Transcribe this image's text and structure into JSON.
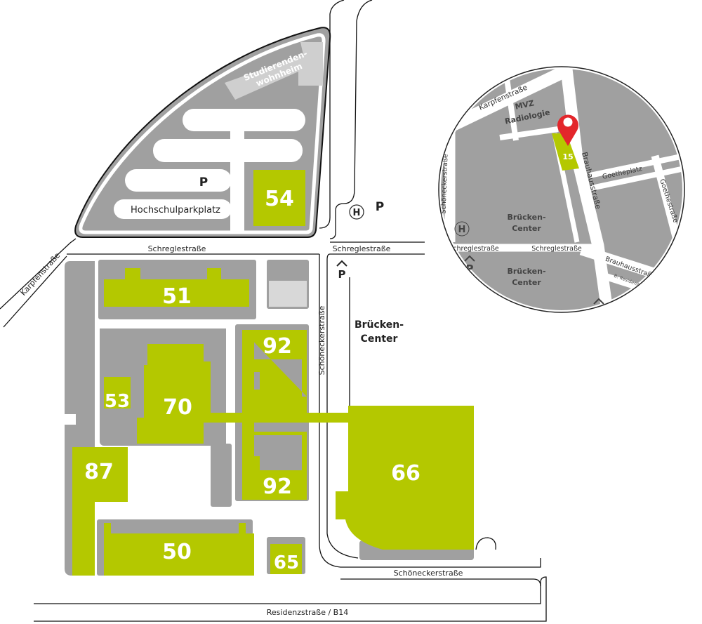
{
  "colors": {
    "building": "#b4c800",
    "block": "#a0a0a0",
    "light": "#cfcfcf",
    "pin": "#e3262b",
    "road": "#ffffff"
  },
  "campus": {
    "buildings": {
      "b54": "54",
      "b51": "51",
      "b70": "70",
      "b53": "53",
      "b92a": "92",
      "b92b": "92",
      "b87": "87",
      "b50": "50",
      "b65": "65",
      "b66": "66"
    },
    "dorm_label": [
      "Studierenden-",
      "wohnheim"
    ],
    "parking_symbol": "P",
    "parking_label": "Hochschulparkplatz",
    "bus_stop": "H",
    "parking_right": "P",
    "garage_symbol": "P",
    "mall_label": [
      "Brücken-",
      "Center"
    ]
  },
  "streets": {
    "schregle_left": "Schreglestraße",
    "schregle_right": "Schreglestraße",
    "karpfen": "Karpfenstraße",
    "schoenecker_vertical": "Schöneckerstraße",
    "schoenecker_bottom": "Schöneckerstraße",
    "residenz": "Residenzstraße / B14"
  },
  "inset": {
    "karpfen": "Karpfenstraße",
    "mvz": [
      "MVZ",
      "Radiologie"
    ],
    "building": "15",
    "brauhaus": "Brauhausstraße",
    "goetheplatz": "Goetheplatz",
    "goethestrasse": "Goethestraße",
    "schoenecker": "Schöneckerstraße",
    "bus_stop": "H",
    "mall_top": [
      "Brücken-",
      "Center"
    ],
    "schregle_left": "Schreglestraße",
    "schregle_right": "Schreglestraße",
    "mall_bottom": [
      "Brücken-",
      "Center"
    ],
    "brauhaus_lower": "Brauhausstraße",
    "residenz_hint": "B: Residenzstr. >",
    "garage_symbol": "P"
  }
}
